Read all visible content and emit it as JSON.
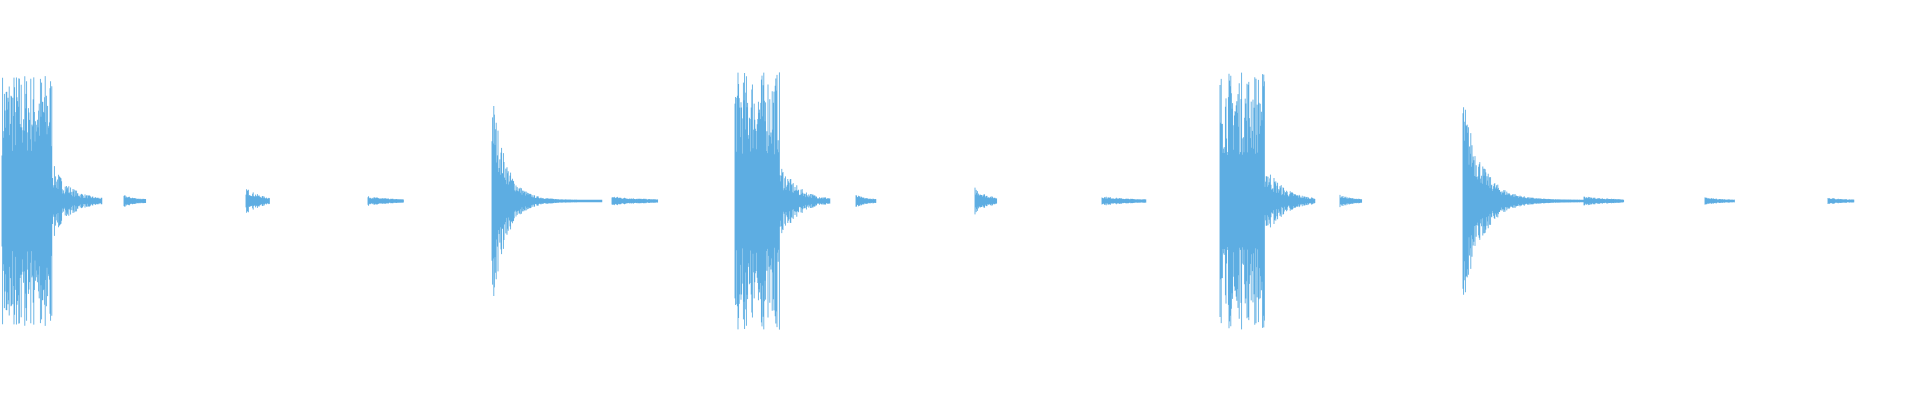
{
  "waveform": {
    "color": "#5dade2",
    "background": "#ffffff",
    "duration_units": 1920,
    "events": [
      {
        "t": 2,
        "kind": "burst",
        "amp": 1.0,
        "len": 50,
        "tail": 50
      },
      {
        "t": 124,
        "kind": "blip",
        "amp": 0.04,
        "len": 22
      },
      {
        "t": 246,
        "kind": "blip",
        "amp": 0.1,
        "len": 24
      },
      {
        "t": 368,
        "kind": "blip",
        "amp": 0.03,
        "len": 36
      },
      {
        "t": 492,
        "kind": "spike",
        "amp": 0.88,
        "len": 5,
        "tail": 110
      },
      {
        "t": 612,
        "kind": "blip",
        "amp": 0.03,
        "len": 46
      },
      {
        "t": 735,
        "kind": "burst",
        "amp": 1.0,
        "len": 45,
        "tail": 50
      },
      {
        "t": 856,
        "kind": "blip",
        "amp": 0.04,
        "len": 20
      },
      {
        "t": 975,
        "kind": "blip",
        "amp": 0.1,
        "len": 22
      },
      {
        "t": 1102,
        "kind": "blip",
        "amp": 0.03,
        "len": 44
      },
      {
        "t": 1220,
        "kind": "burst",
        "amp": 1.0,
        "len": 45,
        "tail": 50
      },
      {
        "t": 1340,
        "kind": "blip",
        "amp": 0.04,
        "len": 22
      },
      {
        "t": 1463,
        "kind": "spike",
        "amp": 0.82,
        "len": 6,
        "tail": 150
      },
      {
        "t": 1584,
        "kind": "blip",
        "amp": 0.03,
        "len": 40
      },
      {
        "t": 1705,
        "kind": "blip",
        "amp": 0.02,
        "len": 30
      },
      {
        "t": 1828,
        "kind": "blip",
        "amp": 0.02,
        "len": 26
      }
    ]
  }
}
